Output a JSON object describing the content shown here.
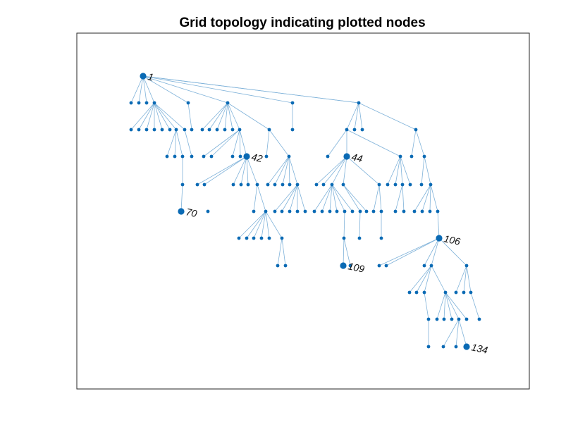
{
  "figure": {
    "title": "Grid topology indicating plotted nodes"
  },
  "colors": {
    "node": "#0a6ab4",
    "edge": "#7fb2d9",
    "axes": "#262626"
  },
  "graph": {
    "highlighted_nodes": [
      "1",
      "42",
      "44",
      "70",
      "106",
      "109",
      "134"
    ]
  }
}
